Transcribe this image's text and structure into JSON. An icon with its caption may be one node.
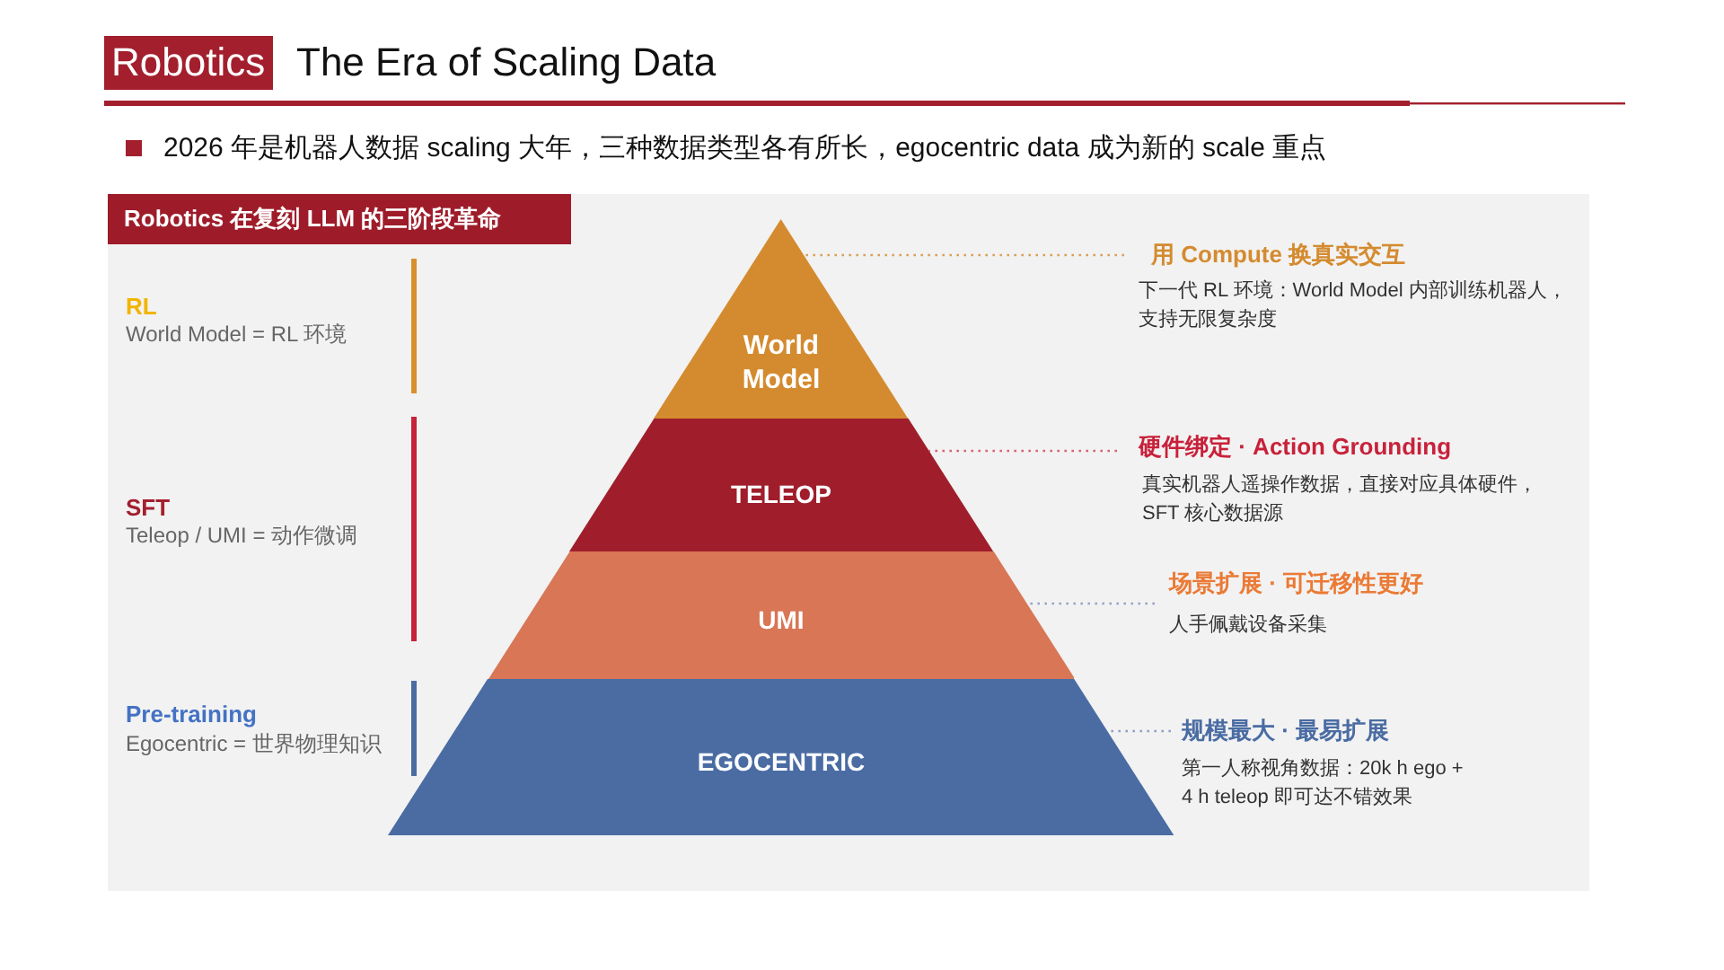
{
  "diagram": {
    "title": "The Era of Scaling Data",
    "nodes": [
      {
        "text": [
          "Robotics"
        ]
      },
      {
        "text": [],
        "shape": "box"
      },
      {
        "text": [
          "Robotics 在复刻 LLM 的三阶段革命"
        ],
        "in": 1
      },
      {
        "text": [
          "World Model"
        ],
        "in": 1
      },
      {
        "text": [
          "TELEOP"
        ],
        "in": 1
      },
      {
        "text": [
          "UMI"
        ],
        "in": 1
      },
      {
        "text": [
          "EGOCENTRIC"
        ],
        "in": 1
      },
      {
        "text": [
          "用 Compute 换真实交互",
          "下一代 RL 环境：World Model 内部训练机器人，支持无限复杂度"
        ],
        "in": 1
      },
      {
        "text": [
          "硬件绑定 · Action Grounding",
          "真实机器人遥操作数据，直接对应具体硬件，SFT 核心数据源"
        ],
        "in": 1
      },
      {
        "text": [
          "场景扩展 · 可迁移性更好",
          "人手佩戴设备采集"
        ],
        "in": 1
      },
      {
        "text": [
          "规模最大 · 最易扩展",
          "第一人称视角数据：20k h ego + 4 h teleop 即可达不错效果"
        ],
        "in": 1
      }
    ],
    "edges": [
      {
        "from": 7,
        "to": 3,
        "arrow": "none",
        "style": "dashed",
        "color": "#d9a05b"
      },
      {
        "from": 8,
        "to": 4,
        "arrow": "none",
        "style": "dashed",
        "color": "#d96478"
      },
      {
        "from": 9,
        "to": 5,
        "arrow": "none",
        "style": "dashed",
        "color": "#9aa2c8"
      },
      {
        "from": 10,
        "to": 6,
        "arrow": "none",
        "style": "dashed",
        "color": "#8fa0c8"
      }
    ],
    "labels": [
      "2026 年是机器人数据 scaling 大年，三种数据类型各有所长，egocentric data 成为新的 scale 重点",
      "RL",
      "World Model = RL 环境",
      "SFT",
      "Teleop / UMI = 动作微调",
      "Pre-training",
      "Egocentric = 世界物理知识"
    ]
  }
}
